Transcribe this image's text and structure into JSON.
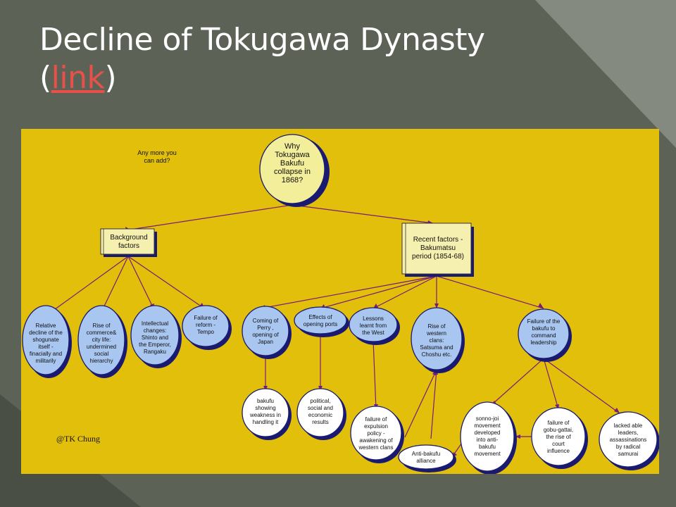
{
  "slide": {
    "title_line1": "Decline of Tokugawa Dynasty",
    "title_paren_open": "(",
    "title_link": "link",
    "title_paren_close": ")"
  },
  "colors": {
    "background": "#5d6257",
    "diagram_bg": "#e1bf0a",
    "link": "#e8504a",
    "node_blue": "#a8c6f0",
    "edge": "#7a1a7a"
  },
  "diagram": {
    "note": [
      "Any more you",
      "can add?"
    ],
    "credit": "@TK Chung",
    "root": [
      "Why",
      "Tokugawa",
      "Bakufu",
      "collapse in",
      "1868?"
    ],
    "background": [
      "Background",
      "factors"
    ],
    "recent": [
      "Recent factors -",
      "Bakumatsu",
      "period (1854-68)"
    ],
    "relative": [
      "Relative",
      "decline of the",
      "shogunate",
      "itself -",
      "finacially and",
      "militarily"
    ],
    "commerce": [
      "Rise of",
      "commerce&",
      "city life:",
      "undermined",
      "social",
      "hierarchy"
    ],
    "intellectual": [
      "Intellectual",
      "changes:",
      "Shinto and",
      "the Emperor,",
      "Rangaku"
    ],
    "reform": [
      "Failure of",
      "reform -",
      "Tempo"
    ],
    "perry": [
      "Coming of",
      "Perry ,",
      "opening of",
      "Japan"
    ],
    "ports": [
      "Effects of",
      "opening ports"
    ],
    "lessons": [
      "Lessons",
      "learnt from",
      "the West"
    ],
    "western": [
      "Rise of",
      "western",
      "clans:",
      "Satsuma and",
      "Choshu etc."
    ],
    "failure_cmd": [
      "Failure of the",
      "bakufu to",
      "command",
      "leadership"
    ],
    "weakness": [
      "bakufu",
      "showing",
      "weakness in",
      "handling it"
    ],
    "political": [
      "political,",
      "social and",
      "economic",
      "results"
    ],
    "expulsion": [
      "failure of",
      "expulsion",
      "policy -",
      "awakening of",
      "western clans"
    ],
    "alliance": [
      "Anti-bakufu",
      "alliance"
    ],
    "sonno": [
      "sonno-joi",
      "movement",
      "developed",
      "into anti-",
      "bakufu",
      "movement"
    ],
    "gobu": [
      "failure of",
      "gobu-gattai,",
      "the rise of",
      "court",
      "influence"
    ],
    "leaders": [
      "lacked able",
      "leaders,",
      "assassinations",
      "by radical",
      "samurai"
    ]
  }
}
